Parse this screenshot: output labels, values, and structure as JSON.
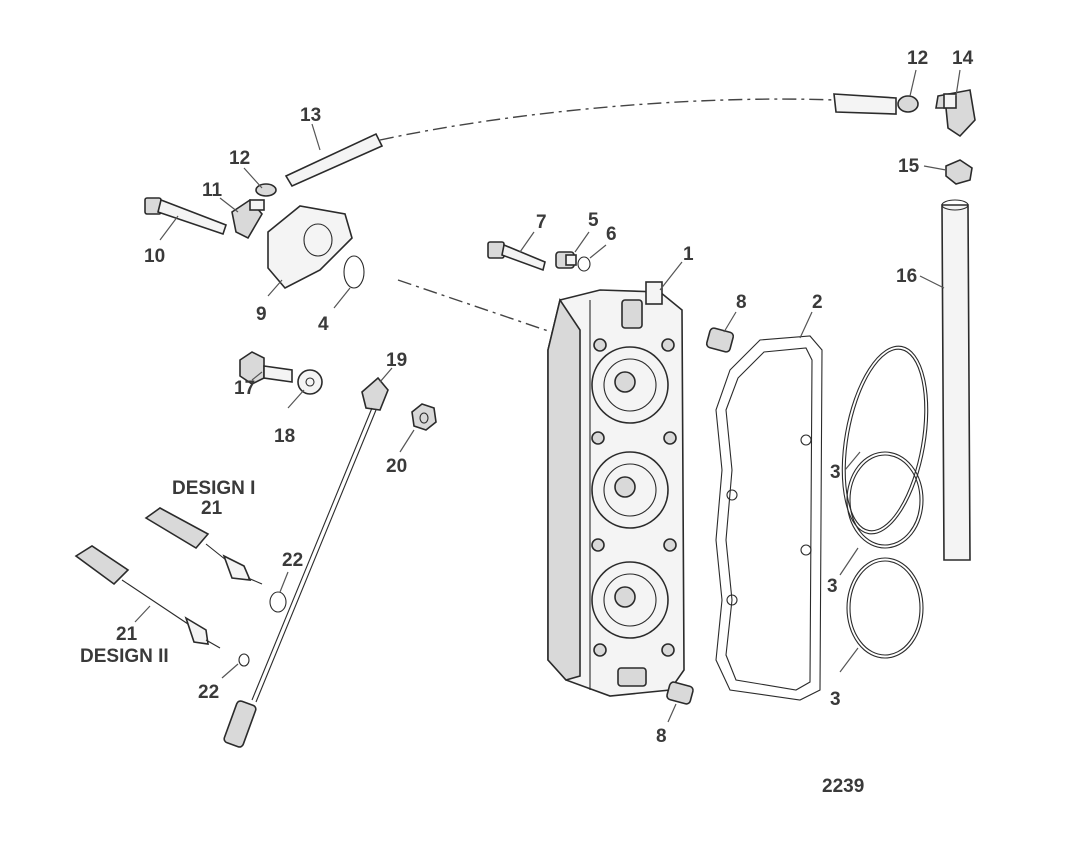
{
  "callouts": {
    "c1": "1",
    "c2": "2",
    "c3a": "3",
    "c3b": "3",
    "c3c": "3",
    "c4": "4",
    "c5": "5",
    "c6": "6",
    "c7": "7",
    "c8a": "8",
    "c8b": "8",
    "c9": "9",
    "c10": "10",
    "c11": "11",
    "c12a": "12",
    "c12b": "12",
    "c13": "13",
    "c14": "14",
    "c15": "15",
    "c16": "16",
    "c17": "17",
    "c18": "18",
    "c19": "19",
    "c20": "20",
    "c21a": "21",
    "c21b": "21",
    "c22a": "22",
    "c22b": "22"
  },
  "design_labels": {
    "design1": "DESIGN I",
    "design2": "DESIGN II"
  },
  "figure_number": "2239"
}
